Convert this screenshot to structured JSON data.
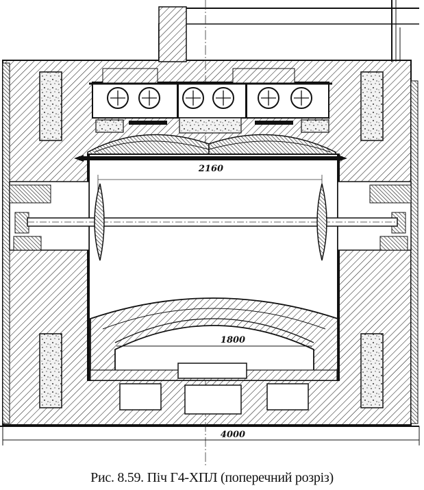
{
  "figure": {
    "caption": "Рис. 8.59. Піч Г4-ХПЛ (поперечний розріз)",
    "dimensions": {
      "upper_width": "2160",
      "lower_width": "1800",
      "overall_width": "4000"
    }
  }
}
